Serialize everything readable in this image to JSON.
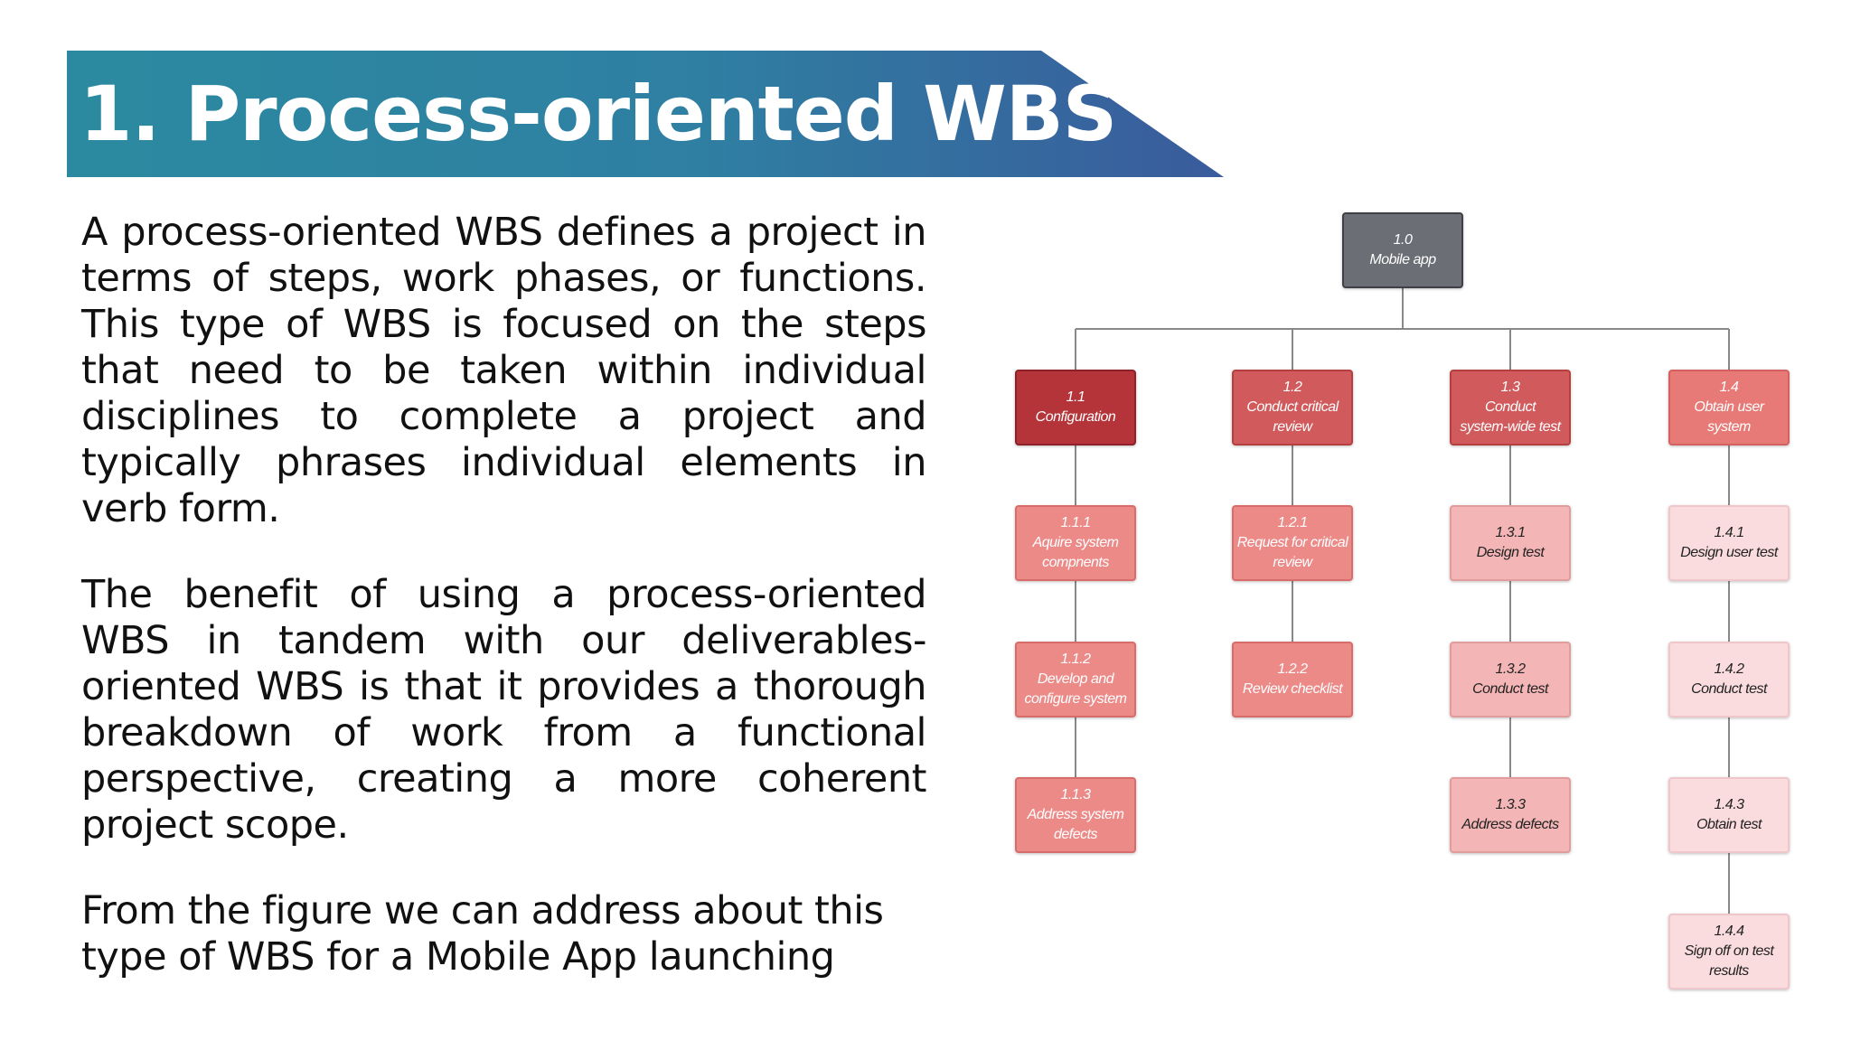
{
  "slide": {
    "title": "1. Process-oriented WBS",
    "paragraphs": [
      "A process-oriented WBS defines a project in terms of steps, work phases, or functions. This type of WBS is focused on the steps that need to be taken within individual disciplines to complete a project and typically phrases individual elements in verb form.",
      "The benefit of using a process-oriented WBS in tandem with our deliverables-oriented WBS is that it provides a thorough breakdown of work from a functional perspective, creating a more coherent project scope.",
      "From the figure we can address about this type of WBS for a Mobile App launching"
    ]
  },
  "colors": {
    "banner_start": "#2b8aa0",
    "banner_end": "#3a5b9c",
    "root_fill": "#6b6e74",
    "level1_dark": "#b5343a",
    "level1_mid": "#d05a5c",
    "level1_light": "#e77a77",
    "child_strong": "#ec8a88",
    "child_medium": "#f3b5b5",
    "child_pale": "#fadcdf",
    "connector": "#888888"
  },
  "wbs": {
    "root": {
      "num": "1.0",
      "label": "Mobile app"
    },
    "branches": [
      {
        "num": "1.1",
        "label": "Configuration",
        "children": [
          {
            "num": "1.1.1",
            "label": "Aquire system\ncompnents"
          },
          {
            "num": "1.1.2",
            "label": "Develop and\nconfigure system"
          },
          {
            "num": "1.1.3",
            "label": "Address system\ndefects"
          }
        ]
      },
      {
        "num": "1.2",
        "label": "Conduct critical\nreview",
        "children": [
          {
            "num": "1.2.1",
            "label": "Request for critical\nreview"
          },
          {
            "num": "1.2.2",
            "label": "Review checklist"
          }
        ]
      },
      {
        "num": "1.3",
        "label": "Conduct\nsystem-wide test",
        "children": [
          {
            "num": "1.3.1",
            "label": "Design test"
          },
          {
            "num": "1.3.2",
            "label": "Conduct test"
          },
          {
            "num": "1.3.3",
            "label": "Address defects"
          }
        ]
      },
      {
        "num": "1.4",
        "label": "Obtain user\nsystem",
        "children": [
          {
            "num": "1.4.1",
            "label": "Design user test"
          },
          {
            "num": "1.4.2",
            "label": "Conduct test"
          },
          {
            "num": "1.4.3",
            "label": "Obtain test"
          },
          {
            "num": "1.4.4",
            "label": "Sign off on test\nresults"
          }
        ]
      }
    ]
  }
}
